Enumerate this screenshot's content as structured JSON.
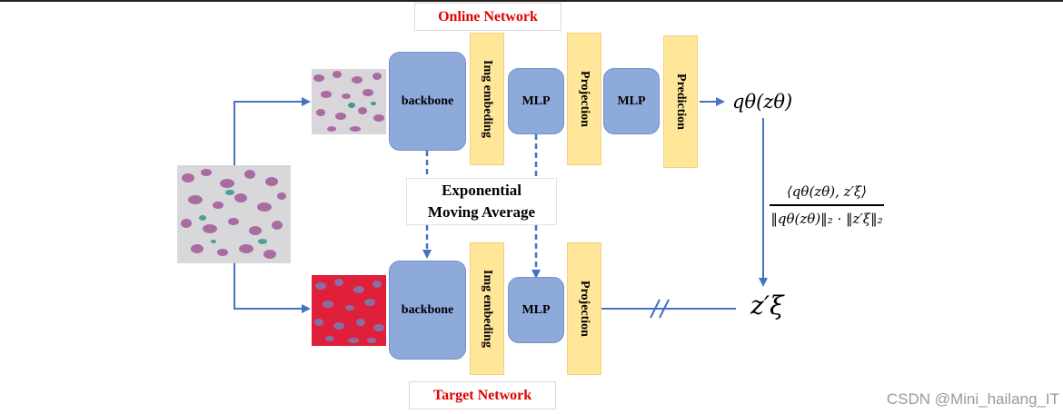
{
  "online_title": "Online Network",
  "target_title": "Target Network",
  "ema": {
    "line1": "Exponential",
    "line2": "Moving Average"
  },
  "online": {
    "backbone": "backbone",
    "img_embedding": "Img embeding",
    "mlp1": "MLP",
    "projection": "Projection",
    "mlp2": "MLP",
    "prediction": "Prediction"
  },
  "target": {
    "backbone": "backbone",
    "img_embedding": "Img embeding",
    "mlp": "MLP",
    "projection": "Projection"
  },
  "outputs": {
    "q_theta": "qθ(zθ)",
    "z_xi": "z′ξ",
    "similarity_numerator": "⟨qθ(zθ), z′ξ⟩",
    "similarity_denominator": "‖qθ(zθ)‖₂ · ‖z′ξ‖₂"
  },
  "watermark": "CSDN @Mini_hailang_IT",
  "colors": {
    "blue_box": "#8eaadb",
    "yellow_box": "#ffe699",
    "arrow": "#4472c4",
    "title_red": "#e00000"
  }
}
